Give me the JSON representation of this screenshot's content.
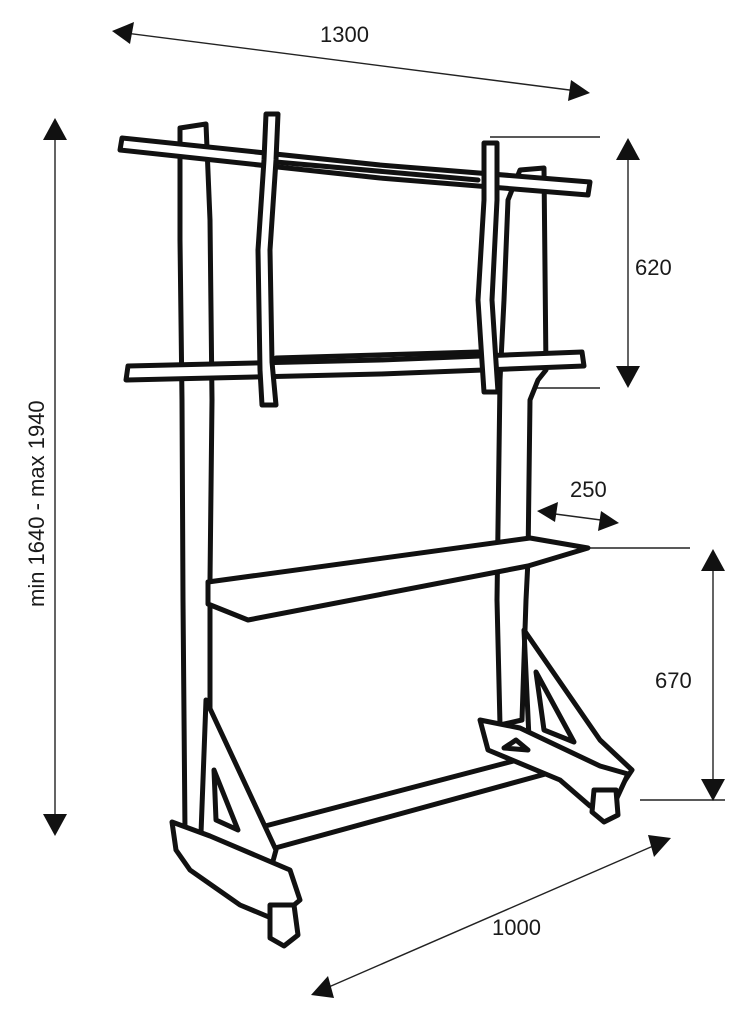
{
  "diagram": {
    "subject": "mobile-display-stand",
    "dimensions": {
      "top_width": "1300",
      "bracket_height": "620",
      "shelf_depth": "250",
      "shelf_height": "670",
      "base_width": "1000",
      "total_height": "min 1640 - max 1940"
    },
    "colors": {
      "line": "#111111",
      "background": "#ffffff"
    }
  }
}
